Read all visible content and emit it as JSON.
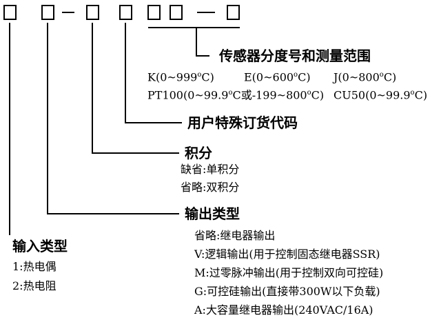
{
  "code_box_count": 7,
  "sensor": {
    "title": "传感器分度号和测量范围",
    "k": "K(0~999",
    "e": "E(0~600",
    "j": "J(0~800",
    "pt100_a": "PT100(0~99.9",
    "pt100_b": "C或-199~800",
    "cu50": "CU50(0~99.9",
    "deg_o": "o",
    "c_close": "C)"
  },
  "special_code": {
    "title": "用户特殊订货代码"
  },
  "integral": {
    "title": "积分",
    "items": [
      "缺省:单积分",
      "省略:双积分"
    ]
  },
  "output_type": {
    "title": "输出类型",
    "items": [
      "省略:继电器输出",
      "V:逻辑输出(用于控制固态继电器SSR)",
      "M:过零脉冲输出(用于控制双向可控硅)",
      "G:可控硅输出(直接带300W以下负载)",
      "A:大容量继电器输出(240VAC/16A)"
    ]
  },
  "input_type": {
    "title": "输入类型",
    "items": [
      "1:热电偶",
      "2:热电阻"
    ]
  }
}
